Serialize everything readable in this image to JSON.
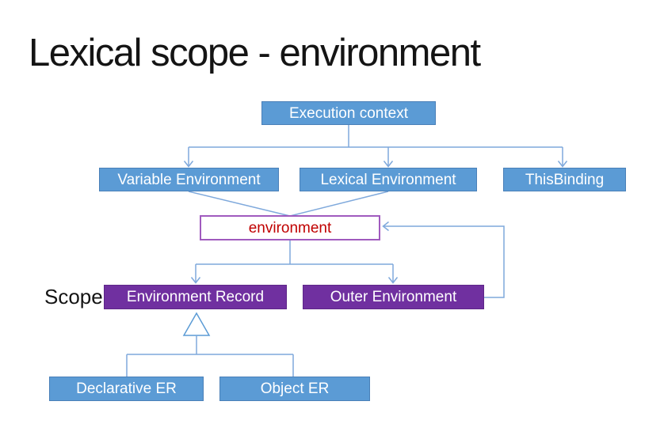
{
  "slide": {
    "title": "Lexical scope - environment",
    "scope_label": "Scope"
  },
  "diagram": {
    "nodes": [
      {
        "id": "execution_context",
        "label": "Execution context",
        "style": "blue"
      },
      {
        "id": "variable_environment",
        "label": "Variable Environment",
        "style": "blue"
      },
      {
        "id": "lexical_environment",
        "label": "Lexical Environment",
        "style": "blue"
      },
      {
        "id": "this_binding",
        "label": "ThisBinding",
        "style": "blue"
      },
      {
        "id": "environment",
        "label": "environment",
        "style": "white-purple-border-red-text"
      },
      {
        "id": "environment_record",
        "label": "Environment Record",
        "style": "purple"
      },
      {
        "id": "outer_environment",
        "label": "Outer Environment",
        "style": "purple"
      },
      {
        "id": "declarative_er",
        "label": "Declarative ER",
        "style": "blue"
      },
      {
        "id": "object_er",
        "label": "Object ER",
        "style": "blue"
      }
    ],
    "edges": [
      {
        "from": "execution_context",
        "to": "variable_environment",
        "type": "arrow"
      },
      {
        "from": "execution_context",
        "to": "lexical_environment",
        "type": "arrow"
      },
      {
        "from": "execution_context",
        "to": "this_binding",
        "type": "arrow"
      },
      {
        "from": "variable_environment",
        "to": "environment",
        "type": "line"
      },
      {
        "from": "lexical_environment",
        "to": "environment",
        "type": "line"
      },
      {
        "from": "environment",
        "to": "environment_record",
        "type": "arrow"
      },
      {
        "from": "environment",
        "to": "outer_environment",
        "type": "arrow"
      },
      {
        "from": "outer_environment",
        "to": "environment",
        "type": "arrow-feedback"
      },
      {
        "from": "declarative_er",
        "to": "environment_record",
        "type": "inheritance"
      },
      {
        "from": "object_er",
        "to": "environment_record",
        "type": "inheritance"
      }
    ]
  },
  "colors": {
    "node_blue_fill": "#5B9BD5",
    "node_purple_fill": "#7030A0",
    "environment_border": "#A05ABE",
    "environment_text": "#C00000",
    "connector_blue": "#7FA9DC",
    "title_text": "#141414",
    "node_text": "#FFFFFF"
  }
}
